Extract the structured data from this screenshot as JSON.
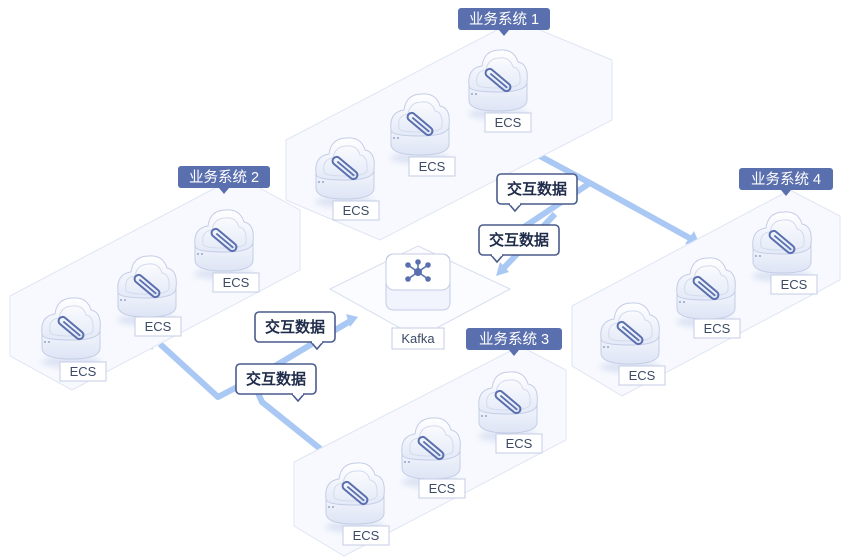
{
  "systems": [
    {
      "label": "业务系统 1",
      "nodes": [
        "ECS",
        "ECS",
        "ECS"
      ]
    },
    {
      "label": "业务系统 2",
      "nodes": [
        "ECS",
        "ECS",
        "ECS"
      ]
    },
    {
      "label": "业务系统 3",
      "nodes": [
        "ECS",
        "ECS",
        "ECS"
      ]
    },
    {
      "label": "业务系统 4",
      "nodes": [
        "ECS",
        "ECS",
        "ECS"
      ]
    }
  ],
  "hub": {
    "label": "Kafka",
    "icon": "kafka-network-icon"
  },
  "flows": [
    {
      "label": "交互数据"
    },
    {
      "label": "交互数据"
    },
    {
      "label": "交互数据"
    },
    {
      "label": "交互数据"
    }
  ],
  "colors": {
    "arrow": "#aac8f4",
    "system_badge": "#5a6fae",
    "interaction_border": "#4a5b8c",
    "server_body": "#eef2fb",
    "server_stroke": "#c4cde6"
  }
}
